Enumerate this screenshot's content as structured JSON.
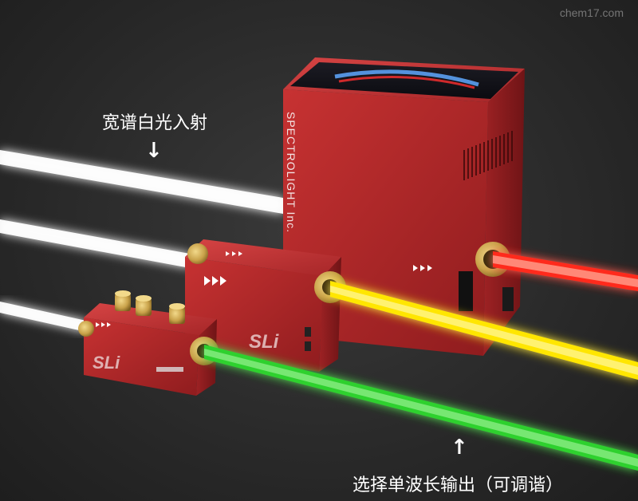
{
  "labels": {
    "input": "宽谱白光入射",
    "output": "选择单波长输出（可调谐）",
    "watermark": "chem17.com",
    "brand_vertical": "SPECTROLIGHT Inc.",
    "logo_small": "SLi",
    "logo_medium": "SLi"
  },
  "icons": {
    "input_arrow": "down-arrow-icon",
    "output_arrow": "up-arrow-icon"
  },
  "colors": {
    "body_red": "#b4282a",
    "white_beam": "#ffffff",
    "yellow_beam": "#ffe600",
    "green_beam": "#2fd12f",
    "red_beam": "#ff2a1a",
    "brass": "#c9a24a"
  }
}
